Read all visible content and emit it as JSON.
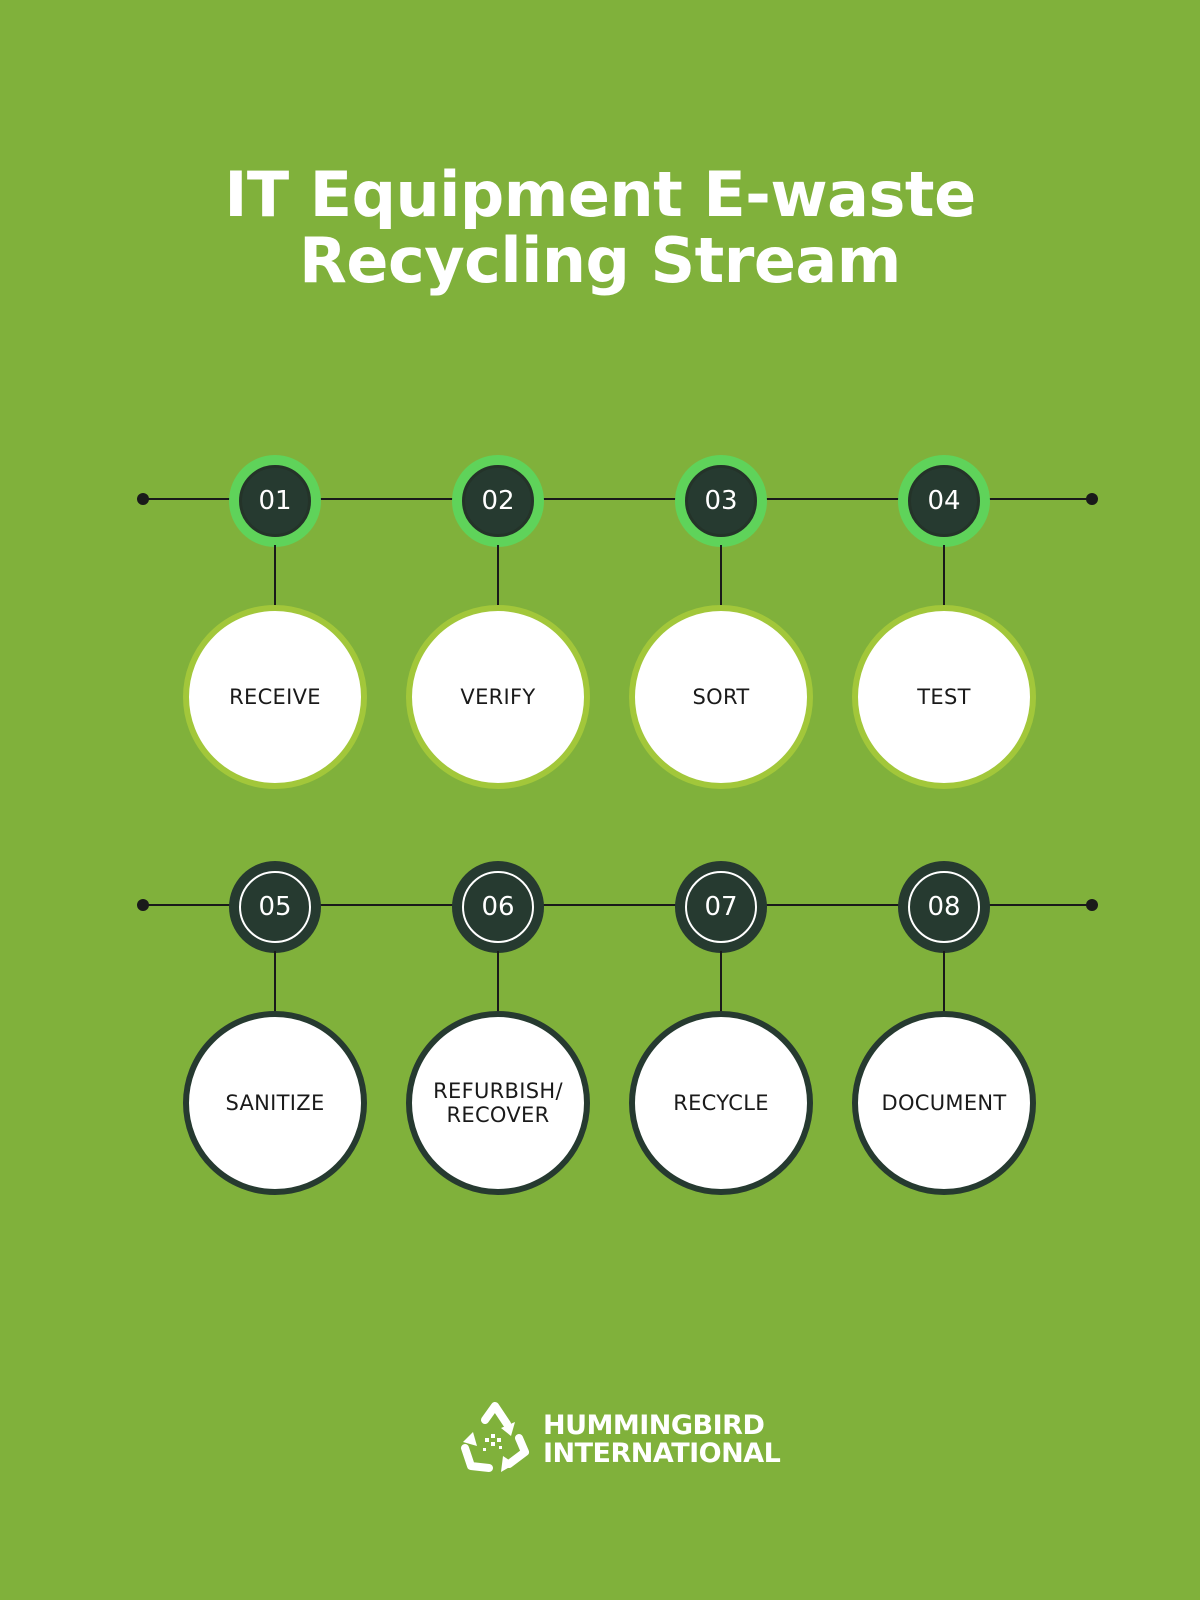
{
  "title": {
    "line1": "IT Equipment E-waste",
    "line2": "Recycling Stream"
  },
  "steps": [
    {
      "number": "01",
      "label": "RECEIVE"
    },
    {
      "number": "02",
      "label": "VERIFY"
    },
    {
      "number": "03",
      "label": "SORT"
    },
    {
      "number": "04",
      "label": "TEST"
    },
    {
      "number": "05",
      "label": "SANITIZE"
    },
    {
      "number": "06",
      "label": "REFURBISH/\nRECOVER"
    },
    {
      "number": "07",
      "label": "RECYCLE"
    },
    {
      "number": "08",
      "label": "DOCUMENT"
    }
  ],
  "logo": {
    "line1": "HUMMINGBIRD",
    "line2": "INTERNATIONAL",
    "icon": "recycle-icon"
  },
  "colors": {
    "background": "#80b13b",
    "dark": "#263a30",
    "bright_green": "#5fd35a",
    "lime_ring": "#a2c73a",
    "white": "#ffffff"
  }
}
